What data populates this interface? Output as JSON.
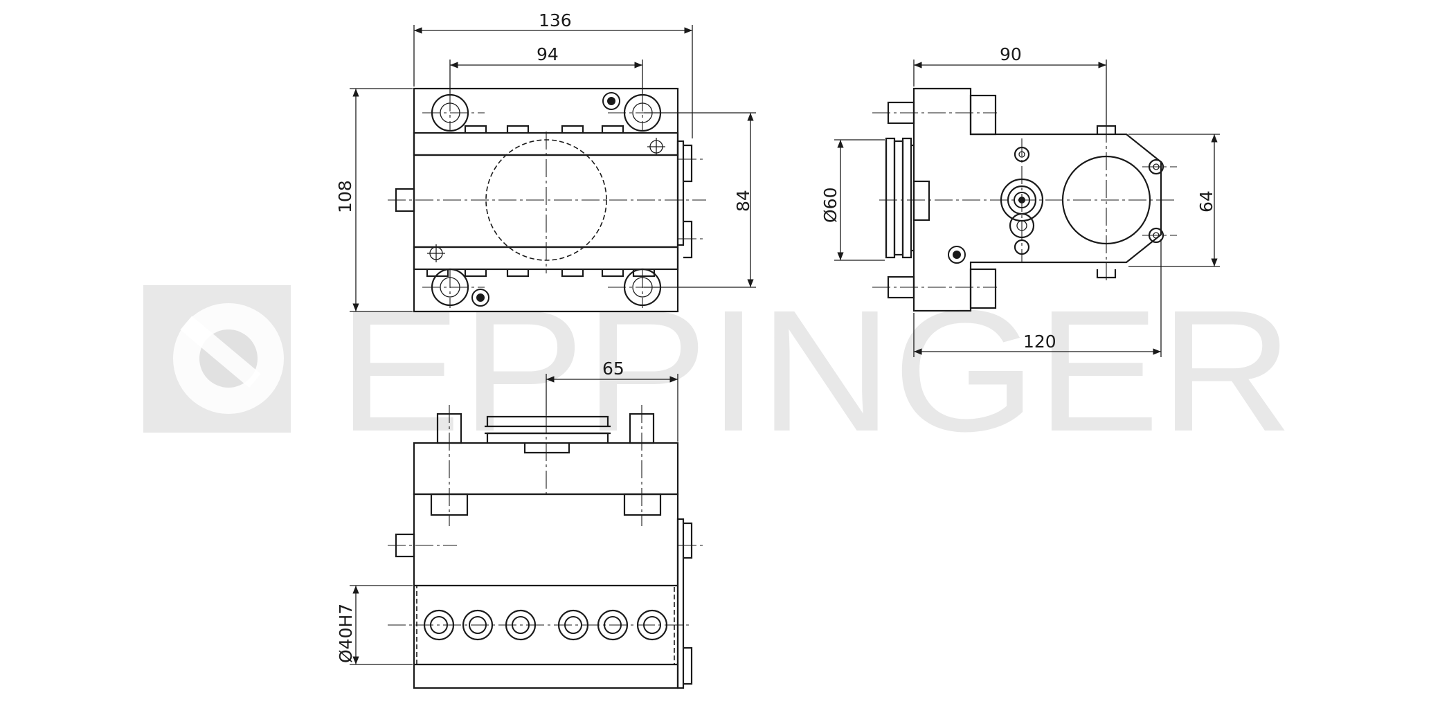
{
  "watermark": {
    "brand_text": "EPPINGER"
  },
  "dimensions": {
    "front_width": "136",
    "front_hole_spacing": "94",
    "front_height": "108",
    "front_rail_height": "84",
    "side_depth_top": "90",
    "side_shank_diameter": "Ø60",
    "side_height": "64",
    "side_total_length": "120",
    "bottom_offset": "65",
    "bottom_bore": "Ø40H7"
  }
}
